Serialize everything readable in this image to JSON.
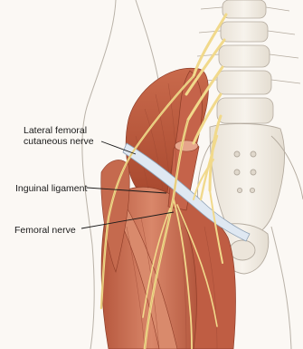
{
  "labels": {
    "lateral_femoral_cutaneous_nerve": [
      "Lateral femoral",
      "cutaneous nerve"
    ],
    "inguinal_ligament": "Inguinal ligament",
    "femoral_nerve": "Femoral nerve"
  },
  "colors": {
    "background": "#fbf8f4",
    "muscle": "#c8684a",
    "muscle_dark": "#a44a33",
    "muscle_light": "#e39a7c",
    "nerve": "#f1d98b",
    "ligament": "#dfe8f2",
    "bone": "#f3ede4",
    "sketch_line": "#b9b2a8"
  }
}
